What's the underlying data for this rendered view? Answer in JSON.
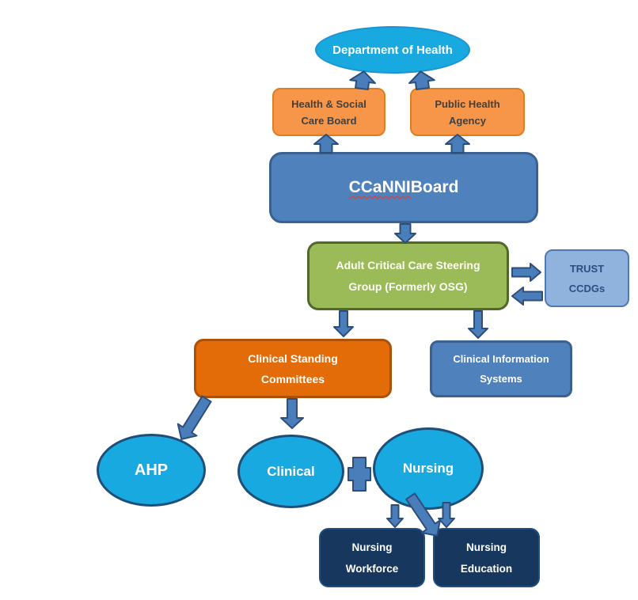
{
  "diagram": {
    "type": "organisational-chart",
    "background": "#FFFFFF"
  },
  "nodes": {
    "department_of_health": {
      "label": "Department of Health",
      "shape": "ellipse"
    },
    "hscb": {
      "label": "Health & Social\nCare Board",
      "shape": "rounded-rect"
    },
    "pha": {
      "label": "Public Health\nAgency",
      "shape": "rounded-rect"
    },
    "ccanni": {
      "word": "CCaNNI",
      "rest": " Board",
      "shape": "rounded-rect",
      "note": "red spellcheck squiggle under CCaNNI"
    },
    "steering_group": {
      "label": "Adult Critical Care Steering\nGroup (Formerly OSG)",
      "shape": "rounded-rect"
    },
    "trust_ccdgs": {
      "label": "TRUST\nCCDGs",
      "shape": "rounded-rect"
    },
    "clinical_standing": {
      "label": "Clinical Standing\nCommittees",
      "shape": "rounded-rect"
    },
    "clinical_info": {
      "label": "Clinical Information\nSystems",
      "shape": "rounded-rect"
    },
    "ahp": {
      "label": "AHP",
      "shape": "ellipse"
    },
    "clinical": {
      "label": "Clinical",
      "shape": "ellipse"
    },
    "nursing": {
      "label": "Nursing",
      "shape": "ellipse"
    },
    "nursing_workforce": {
      "label": "Nursing\nWorkforce",
      "shape": "rounded-rect"
    },
    "nursing_education": {
      "label": "Nursing\nEducation",
      "shape": "rounded-rect"
    }
  },
  "connectors": [
    {
      "name": "hscb-to-doh",
      "type": "block-arrow-up"
    },
    {
      "name": "pha-to-doh",
      "type": "block-arrow-up"
    },
    {
      "name": "ccanni-to-hscb",
      "type": "block-arrow-up"
    },
    {
      "name": "ccanni-to-pha",
      "type": "block-arrow-up"
    },
    {
      "name": "ccanni-to-steering",
      "type": "block-arrow-down"
    },
    {
      "name": "steering-to-trust",
      "type": "block-arrow-right"
    },
    {
      "name": "trust-to-steering",
      "type": "block-arrow-left"
    },
    {
      "name": "steering-to-clinical-standing",
      "type": "arrow-down"
    },
    {
      "name": "steering-to-clinical-info",
      "type": "arrow-down"
    },
    {
      "name": "clinical-standing-to-ahp",
      "type": "arrow-diagonal-down-left"
    },
    {
      "name": "clinical-standing-to-clinical",
      "type": "arrow-down"
    },
    {
      "name": "clinical-standing-to-nursing",
      "type": "arrow-diagonal-down-right"
    },
    {
      "name": "clinical-nursing-link",
      "type": "plus-connector"
    },
    {
      "name": "nursing-to-workforce",
      "type": "arrow-down"
    },
    {
      "name": "nursing-to-education",
      "type": "arrow-down"
    }
  ],
  "colors": {
    "cyan_fill": "#18A9E1",
    "cyan_border": "#1F4E79",
    "orange_fill": "#F79648",
    "orange_border": "#DE7D22",
    "orange_text": "#404040",
    "blue_fill": "#4F81BD",
    "blue_border": "#3A618F",
    "green_fill": "#9BBB59",
    "green_border": "#51682B",
    "light_blue_fill": "#8FB3DD",
    "light_blue_border": "#4E79B2",
    "light_blue_text": "#2B4F82",
    "dark_orange_fill": "#E36C09",
    "dark_orange_border": "#AD5106",
    "navy_fill": "#17375E",
    "navy_border": "#1F5080",
    "arrow_fill": "#4A7EBB",
    "arrow_border": "#2E4E79",
    "spellcheck_red": "#E03C31",
    "white_text": "#FFFFFF"
  }
}
